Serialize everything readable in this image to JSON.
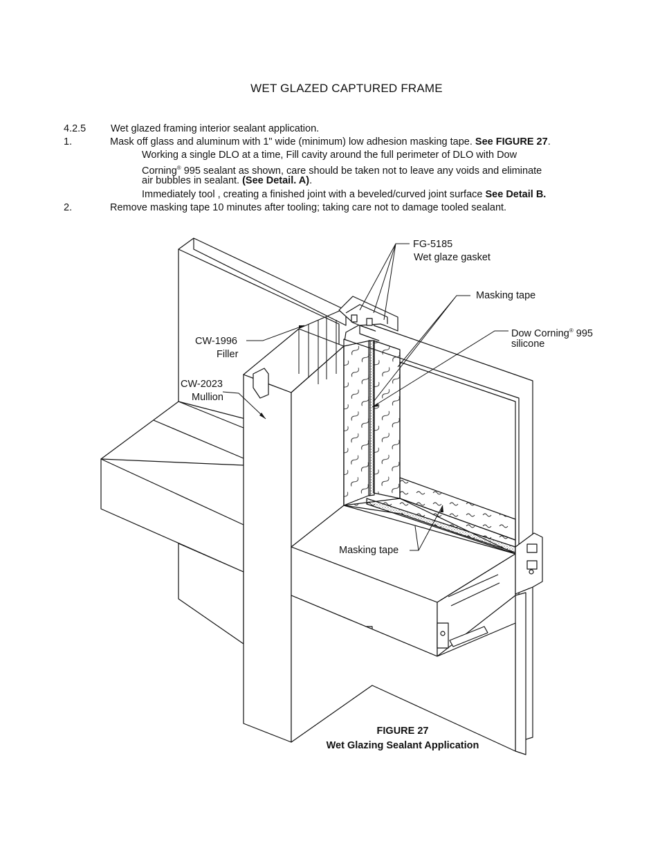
{
  "document": {
    "title": "WET GLAZED CAPTURED FRAME",
    "section": {
      "number": "4.2.5",
      "text": "Wet glazed framing interior sealant application."
    },
    "steps": [
      {
        "number": "1.",
        "text": "Mask off glass and aluminum with 1\" wide (minimum) low adhesion masking tape.",
        "ref": "See FIGURE 27",
        "ref_tail": "."
      },
      {
        "number": "2.",
        "text": "Remove masking tape 10 minutes after tooling; taking care not to damage tooled sealant."
      }
    ],
    "sub_lines": {
      "line1": "Working a single DLO at a time, Fill cavity around the full perimeter of DLO with Dow",
      "line2_a": "Corning",
      "line2_sup": "®",
      "line2_b": " 995 sealant as shown, care should be taken not to leave any voids and eliminate",
      "line3_a": "air bubbles in sealant. ",
      "line3_ref": "(See Detail. A)",
      "line3_tail": ".",
      "line4_a": "Immediately tool , creating a finished joint with a  beveled/curved joint surface ",
      "line4_ref": "See Detail B."
    }
  },
  "figure": {
    "labels": {
      "gasket_code": "FG-5185",
      "gasket_name": "Wet glaze gasket",
      "masking_tape_top": "Masking tape",
      "sealant_a": "Dow Corning",
      "sealant_sup": "®",
      "sealant_b": " 995",
      "sealant_c": "silicone",
      "filler_code": "CW-1996",
      "filler_name": "Filler",
      "mullion_code": "CW-2023",
      "mullion_name": "Mullion",
      "masking_tape_bottom": "Masking tape"
    },
    "caption": {
      "number": "FIGURE 27",
      "title": "Wet Glazing Sealant Application"
    }
  }
}
